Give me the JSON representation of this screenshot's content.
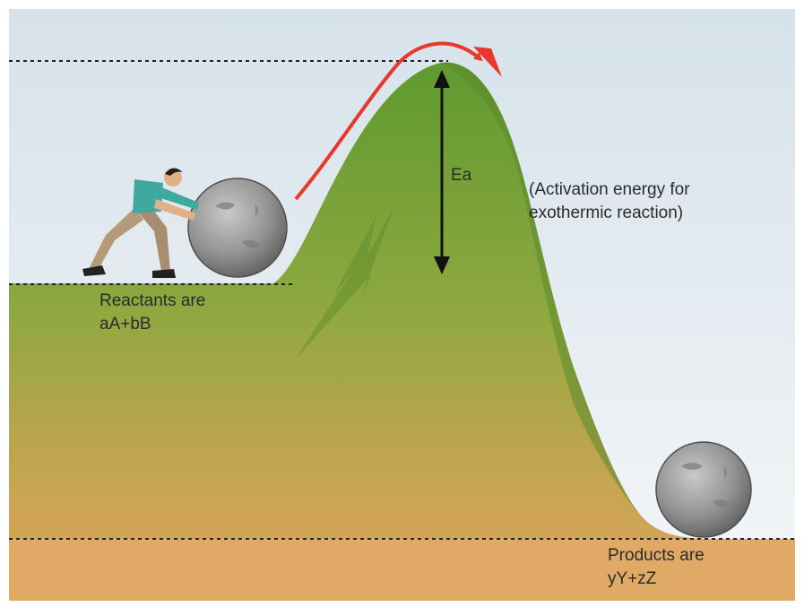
{
  "labels": {
    "ea": "Ea",
    "activation_line1": "(Activation energy for",
    "activation_line2": "exothermic reaction)",
    "reactants_line1": "Reactants are",
    "reactants_line2": "aA+bB",
    "products_line1": "Products are",
    "products_line2": "yY+zZ"
  },
  "colors": {
    "sky_top": "#d6e2ea",
    "sky_bottom": "#f2f5f7",
    "hill_green": "#6c9a35",
    "ground_tan": "#d9a55a",
    "arrow_red": "#e8372b",
    "boulder_gray": "#8e8e8e",
    "shirt_teal": "#3fa9a0",
    "pants_khaki": "#b59a7a"
  }
}
